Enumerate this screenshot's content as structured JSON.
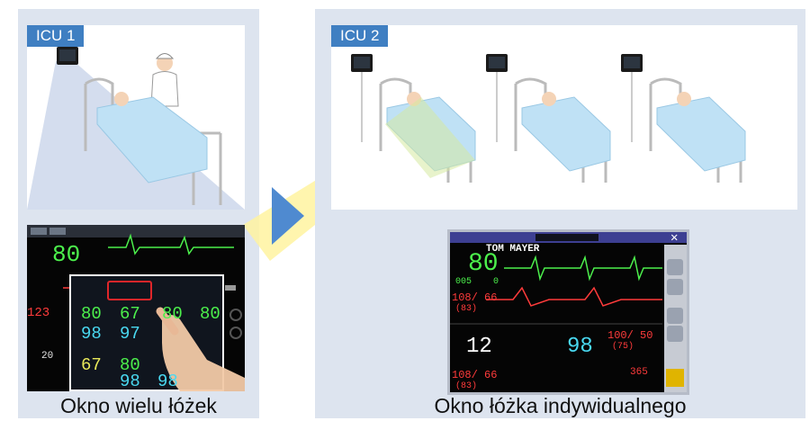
{
  "left": {
    "tag": "ICU 1",
    "caption": "Okno wielu łóżek",
    "screen": {
      "big_hr": "80",
      "values": [
        "80",
        "67",
        "80",
        "80",
        "98",
        "97",
        "67",
        "80",
        "98",
        "98",
        "123",
        "20"
      ]
    }
  },
  "right": {
    "tag": "ICU 2",
    "caption": "Okno łóżka indywidualnego",
    "screen": {
      "patient_name": "TOM MAYER",
      "hr": "80",
      "pvc": "005",
      "st": "0",
      "nibp": "108/ 66",
      "nibp_mean": "(83)",
      "resp": "12",
      "spo2": "98",
      "ibp": "100/ 50",
      "ibp_mean": "(75)",
      "extra": "365",
      "nibp2": "108/ 66",
      "nibp2_mean": "(83)"
    }
  },
  "colors": {
    "panel_bg": "#dde4ef",
    "tag_bg": "#3f7fc2",
    "arrow": "#4f8ad0",
    "beam": "#fff3a0",
    "monitor_bg": "#050505",
    "hr_green": "#4cf04c",
    "spo2_cyan": "#49d8f0",
    "bp_red": "#ff3b3b"
  }
}
